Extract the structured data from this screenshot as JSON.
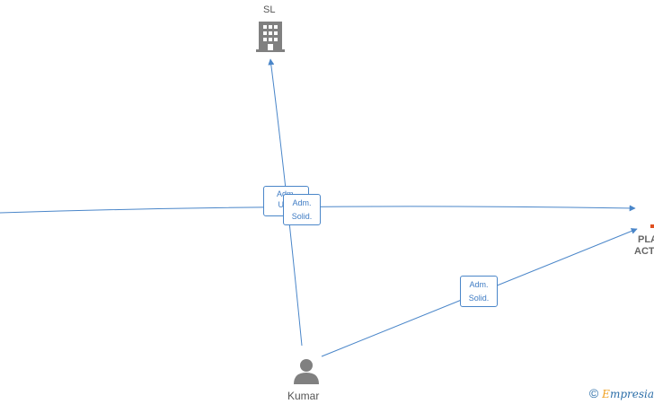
{
  "nodes": {
    "company_top": {
      "label": "SL",
      "icon": "building-icon"
    },
    "company_right": {
      "label_line1": "PLA",
      "label_line2": "ACT",
      "icon": "building-icon"
    },
    "person": {
      "label": "Kumar",
      "icon": "person-icon"
    }
  },
  "edges": {
    "label_top_a_line1": "Adm.",
    "label_top_a_line2": "Unic",
    "label_top_b_line1": "Adm.",
    "label_top_b_line2": "Solid.",
    "label_right_line1": "Adm.",
    "label_right_line2": "Solid."
  },
  "watermark": {
    "copyright": "©",
    "brand_first": "E",
    "brand_rest": "mpresia"
  },
  "colors": {
    "edge": "#4a86c9",
    "icon": "#808080",
    "accent": "#f0a020"
  }
}
